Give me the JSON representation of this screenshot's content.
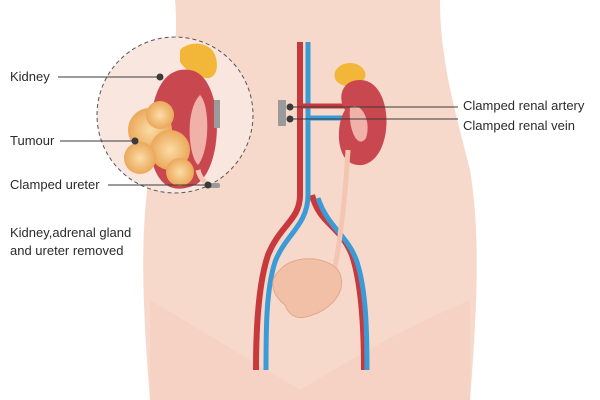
{
  "labels": {
    "kidney": "Kidney",
    "tumour": "Tumour",
    "clamped_ureter": "Clamped ureter",
    "note_line1": "Kidney,adrenal gland",
    "note_line2": "and ureter removed",
    "clamped_renal_artery": "Clamped renal artery",
    "clamped_renal_vein": "Clamped renal vein"
  },
  "colors": {
    "skin": "#f7d9cc",
    "skin_edge": "#efc8b8",
    "kidney": "#c9474e",
    "kidney_inner": "#f0b2a8",
    "adrenal": "#f2b739",
    "tumour": "#f4c27e",
    "artery": "#c8393e",
    "vein": "#3a9bd6",
    "bladder": "#f2c0a6",
    "ureter": "#f4c6b2",
    "clamp": "#9a9a9a",
    "line": "#3a3a3a"
  }
}
